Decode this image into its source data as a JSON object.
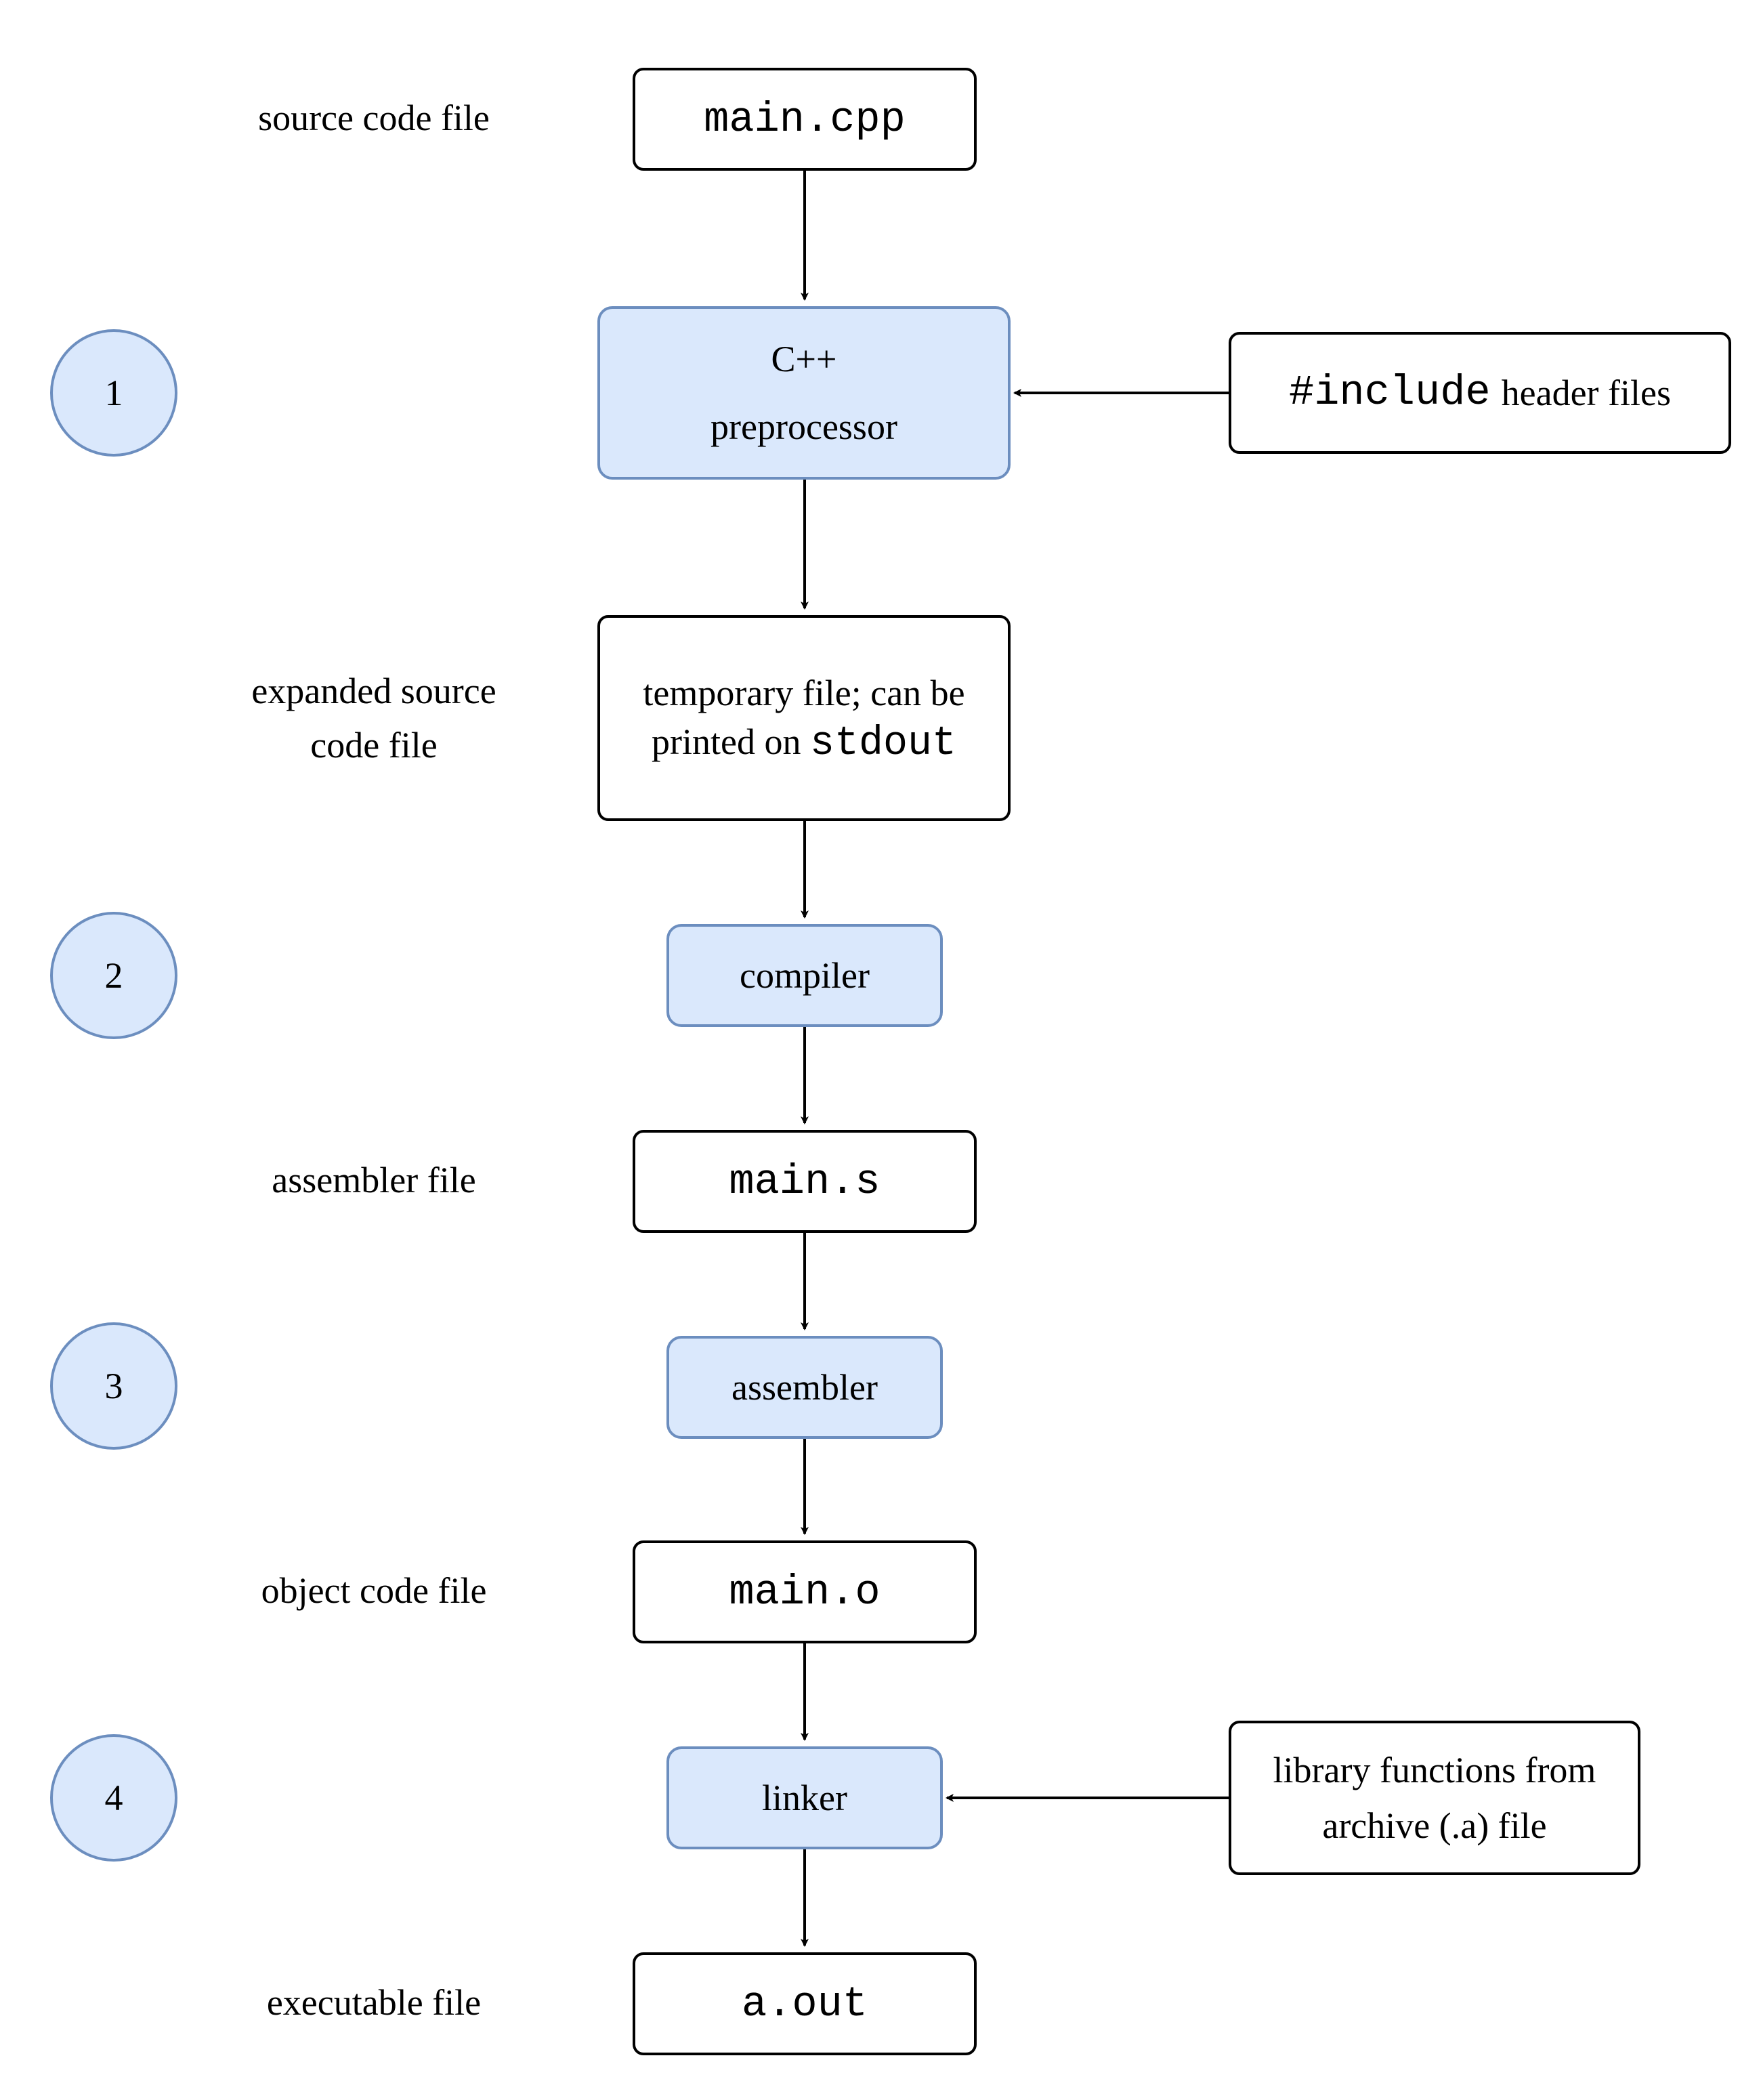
{
  "steps": [
    "1",
    "2",
    "3",
    "4"
  ],
  "side_labels": {
    "source": "source code file",
    "expanded_line1": "expanded source",
    "expanded_line2": "code file",
    "assembler_file": "assembler file",
    "object": "object code file",
    "executable": "executable file"
  },
  "files": {
    "main_cpp": "main.cpp",
    "temp_line1": "temporary file; can be",
    "temp_line2_prefix": "printed on",
    "temp_line2_code": "stdout",
    "main_s": "main.s",
    "main_o": "main.o",
    "a_out": "a.out"
  },
  "processes": {
    "preprocessor_line1": "C++",
    "preprocessor_line2": "preprocessor",
    "compiler": "compiler",
    "assembler": "assembler",
    "linker": "linker"
  },
  "inputs": {
    "include_code": "#include",
    "include_text": "header files",
    "library_line1": "library functions from",
    "library_line2": "archive (.a) file"
  }
}
